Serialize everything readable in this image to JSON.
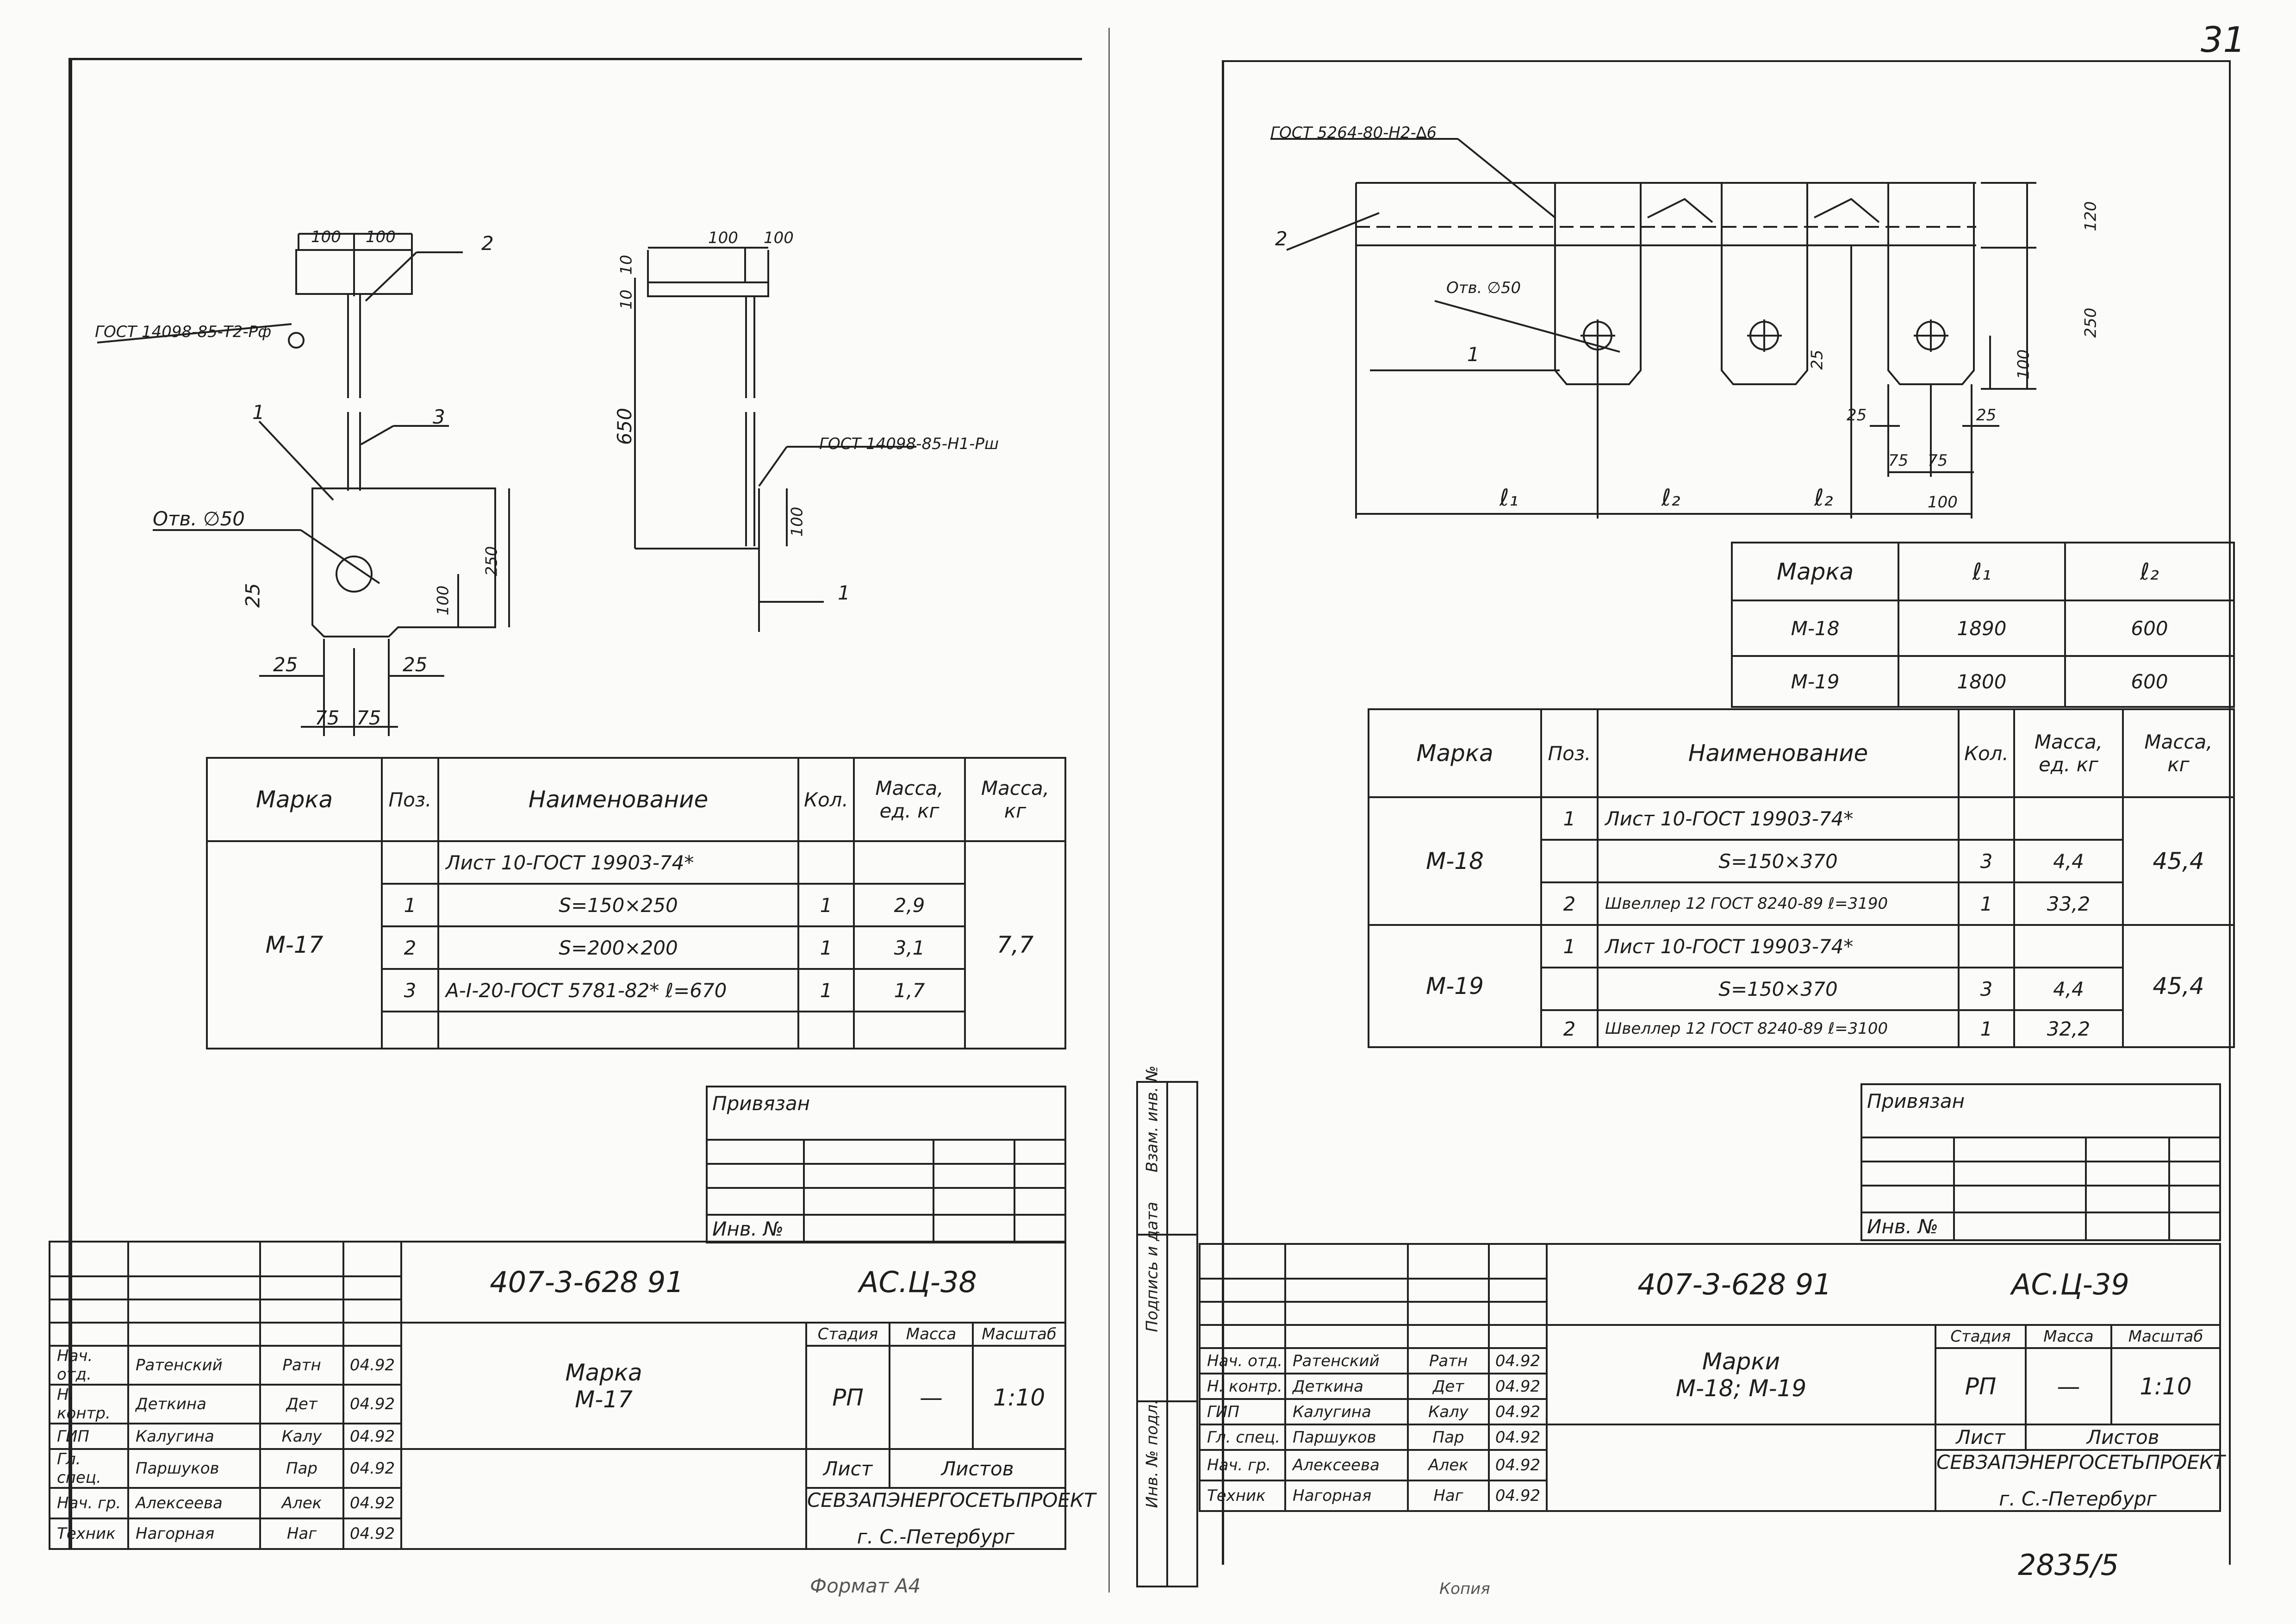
{
  "page_number_top_right": "31",
  "sheet_left": {
    "drawing_refs": {
      "gost_plate": "ГОСТ 14098-85-Т2-Рф",
      "gost_side": "ГОСТ 14098-85-Н1-Рш",
      "hole": "Отв. ∅50",
      "pos1": "1",
      "pos2": "2",
      "pos3": "3",
      "pos1b": "1",
      "d100a": "100",
      "d100b": "100",
      "d100c": "100",
      "d100d": "100",
      "d10a": "10",
      "d10b": "10",
      "d650": "650",
      "d100v": "100",
      "d250": "250",
      "d100h": "100",
      "d25a": "25",
      "d25b": "25",
      "d25c": "25",
      "d75a": "75",
      "d75b": "75"
    },
    "spec_table": {
      "headers": {
        "mark": "Марка",
        "pos": "Поз.",
        "name": "Наименование",
        "qty": "Кол.",
        "unit_mass": "Масса, ед. кг",
        "mass": "Масса, кг"
      },
      "mark": "М-17",
      "total_mass": "7,7",
      "rows": [
        {
          "pos": "",
          "name": "Лист 10-ГОСТ 19903-74*",
          "qty": "",
          "unit_mass": ""
        },
        {
          "pos": "1",
          "name": "S=150×250",
          "qty": "1",
          "unit_mass": "2,9"
        },
        {
          "pos": "2",
          "name": "S=200×200",
          "qty": "1",
          "unit_mass": "3,1"
        },
        {
          "pos": "3",
          "name": "А-I-20-ГОСТ 5781-82* ℓ=670",
          "qty": "1",
          "unit_mass": "1,7"
        },
        {
          "pos": "",
          "name": "",
          "qty": "",
          "unit_mass": ""
        }
      ]
    },
    "privyazan": "Привязан",
    "inv_no": "Инв. №",
    "title_block": {
      "code": "407-3-628 91",
      "sheet_code": "АС.Ц-38",
      "name_line1": "Марка",
      "name_line2": "М-17",
      "stage_h": "Стадия",
      "mass_h": "Масса",
      "scale_h": "Масштаб",
      "stage": "РП",
      "mass": "—",
      "scale": "1:10",
      "list_h": "Лист",
      "lists_h": "Листов",
      "org": "СЕВЗАПЭНЕРГОСЕТЬПРОЕКТ",
      "city": "г. С.-Петербург",
      "signers": [
        {
          "role": "Нач. отд.",
          "name": "Ратенский",
          "sign": "Ратн",
          "date": "04.92"
        },
        {
          "role": "Н. контр.",
          "name": "Деткина",
          "sign": "Дет",
          "date": "04.92"
        },
        {
          "role": "ГИП",
          "name": "Калугина",
          "sign": "Калу",
          "date": "04.92"
        },
        {
          "role": "Гл. спец.",
          "name": "Паршуков",
          "sign": "Пар",
          "date": "04.92"
        },
        {
          "role": "Нач. гр.",
          "name": "Алексеева",
          "sign": "Алек",
          "date": "04.92"
        },
        {
          "role": "Техник",
          "name": "Нагорная",
          "sign": "Наг",
          "date": "04.92"
        }
      ]
    },
    "format": "Формат А4"
  },
  "sheet_right": {
    "drawing_refs": {
      "gost": "ГОСТ 5264-80-Н2-∆6",
      "hole": "Отв. ∅50",
      "pos2": "2",
      "pos1": "1",
      "l1": "ℓ₁",
      "l2a": "ℓ₂",
      "l2b": "ℓ₂",
      "d120": "120",
      "d250": "250",
      "d100": "100",
      "d25a": "25",
      "d25b": "25",
      "d25c": "25",
      "d75a": "75",
      "d75b": "75",
      "d100b": "100"
    },
    "dims_table": {
      "headers": {
        "mark": "Марка",
        "l1": "ℓ₁",
        "l2": "ℓ₂"
      },
      "rows": [
        {
          "mark": "М-18",
          "l1": "1890",
          "l2": "600"
        },
        {
          "mark": "М-19",
          "l1": "1800",
          "l2": "600"
        }
      ]
    },
    "spec_table": {
      "headers": {
        "mark": "Марка",
        "pos": "Поз.",
        "name": "Наименование",
        "qty": "Кол.",
        "unit_mass": "Масса, ед. кг",
        "mass": "Масса, кг"
      },
      "groups": [
        {
          "mark": "М-18",
          "total": "45,4",
          "rows": [
            {
              "pos": "1",
              "name": "Лист 10-ГОСТ 19903-74*",
              "qty": "",
              "unit_mass": ""
            },
            {
              "pos": "",
              "name": "S=150×370",
              "qty": "3",
              "unit_mass": "4,4"
            },
            {
              "pos": "2",
              "name": "Швеллер 12 ГОСТ 8240-89 ℓ=3190",
              "qty": "1",
              "unit_mass": "33,2"
            }
          ]
        },
        {
          "mark": "М-19",
          "total": "45,4",
          "rows": [
            {
              "pos": "1",
              "name": "Лист 10-ГОСТ 19903-74*",
              "qty": "",
              "unit_mass": ""
            },
            {
              "pos": "",
              "name": "S=150×370",
              "qty": "3",
              "unit_mass": "4,4"
            },
            {
              "pos": "2",
              "name": "Швеллер 12 ГОСТ 8240-89 ℓ=3100",
              "qty": "1",
              "unit_mass": "32,2"
            }
          ]
        }
      ]
    },
    "privyazan": "Привязан",
    "inv_no": "Инв. №",
    "side_labels": {
      "vzam": "Взам. инв. №",
      "podpis": "Подпись и дата",
      "inv_podl": "Инв. № подл."
    },
    "title_block": {
      "code": "407-3-628 91",
      "sheet_code": "АС.Ц-39",
      "name_line1": "Марки",
      "name_line2": "М-18; М-19",
      "stage_h": "Стадия",
      "mass_h": "Масса",
      "scale_h": "Масштаб",
      "stage": "РП",
      "mass": "—",
      "scale": "1:10",
      "list_h": "Лист",
      "lists_h": "Листов",
      "org": "СЕВЗАПЭНЕРГОСЕТЬПРОЕКТ",
      "city": "г. С.-Петербург",
      "signers": [
        {
          "role": "Нач. отд.",
          "name": "Ратенский",
          "sign": "Ратн",
          "date": "04.92"
        },
        {
          "role": "Н. контр.",
          "name": "Деткина",
          "sign": "Дет",
          "date": "04.92"
        },
        {
          "role": "ГИП",
          "name": "Калугина",
          "sign": "Калу",
          "date": "04.92"
        },
        {
          "role": "Гл. спец.",
          "name": "Паршуков",
          "sign": "Пар",
          "date": "04.92"
        },
        {
          "role": "Нач. гр.",
          "name": "Алексеева",
          "sign": "Алек",
          "date": "04.92"
        },
        {
          "role": "Техник",
          "name": "Нагорная",
          "sign": "Наг",
          "date": "04.92"
        }
      ]
    },
    "copy_label": "Копия",
    "archive_no": "2835/5"
  }
}
